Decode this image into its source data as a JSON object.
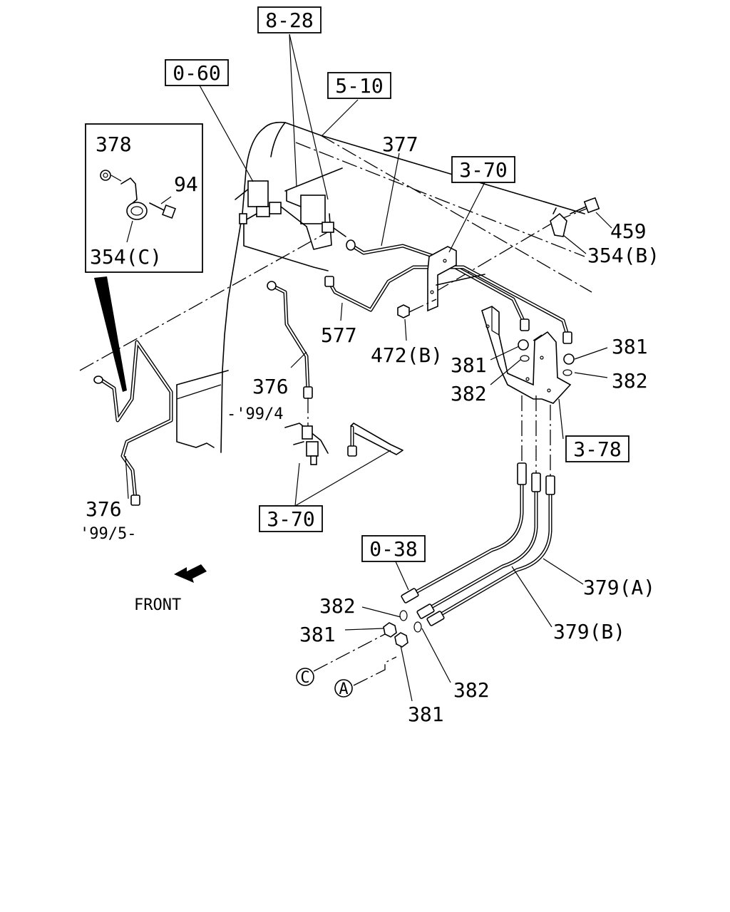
{
  "references": {
    "ref_8_28": "8-28",
    "ref_0_60": "0-60",
    "ref_5_10": "5-10",
    "ref_3_70_top": "3-70",
    "ref_3_70_bottom": "3-70",
    "ref_3_78": "3-78",
    "ref_0_38": "0-38"
  },
  "parts": {
    "p378": "378",
    "p94": "94",
    "p354c": "354(C)",
    "p377": "377",
    "p459": "459",
    "p354b": "354(B)",
    "p577": "577",
    "p472b": "472(B)",
    "p381_a": "381",
    "p381_b": "381",
    "p382_a": "382",
    "p382_b": "382",
    "p376_a": "376",
    "p376_b": "376",
    "p379a": "379(A)",
    "p379b": "379(B)",
    "p382_c": "382",
    "p381_c": "381",
    "p382_d": "382",
    "p381_d": "381"
  },
  "notes": {
    "range_early": "-'99/4",
    "range_late": "'99/5-",
    "front": "FRONT"
  },
  "markers": {
    "marker_c": "C",
    "marker_a": "A"
  }
}
